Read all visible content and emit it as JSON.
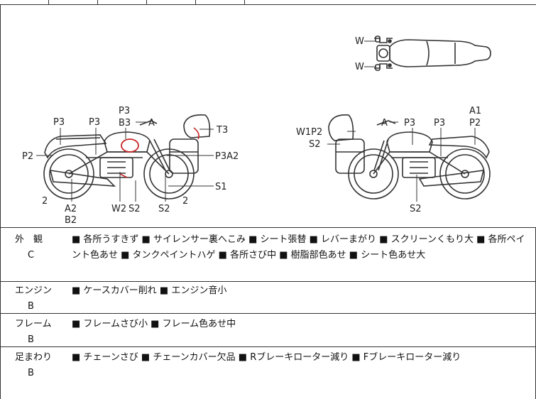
{
  "diagram": {
    "top_view_labels": [
      "W",
      "W"
    ],
    "left_side_labels": {
      "p3_a": "P3",
      "p3_b": "P3",
      "p3_top": "P3",
      "b3": "B3",
      "a": "A",
      "t3": "T3",
      "p2": "P2",
      "p3a2": "P3A2",
      "s1": "S1",
      "two_left": "2",
      "two_right": "2",
      "a2": "A2",
      "b2": "B2",
      "w2": "W2",
      "s2_a": "S2",
      "s2_b": "S2"
    },
    "right_side_labels": {
      "w1p2": "W1P2",
      "s2_top": "S2",
      "a": "A",
      "p3_a": "P3",
      "p3_b": "P3",
      "a1": "A1",
      "p2": "P2",
      "s2_bottom": "S2"
    }
  },
  "rows": [
    {
      "label": "外　観",
      "grade": "C",
      "text": "■ 各所うすきず ■ サイレンサー裏へこみ ■ シート張替 ■ レバーまがり ■ スクリーンくもり大 ■ 各所ペイント色あせ ■ タンクペイントハゲ ■ 各所さび中 ■ 樹脂部色あせ ■ シート色あせ大"
    },
    {
      "label": "エンジン",
      "grade": "B",
      "text": "■ ケースカバー削れ ■ エンジン音小"
    },
    {
      "label": "フレーム",
      "grade": "B",
      "text": "■ フレームさび小 ■ フレーム色あせ中"
    },
    {
      "label": "足まわり",
      "grade": "B",
      "text": "■ チェーンさび ■ チェーンカバー欠品 ■ Rブレーキローター減り ■ Fブレーキローター減り"
    }
  ]
}
